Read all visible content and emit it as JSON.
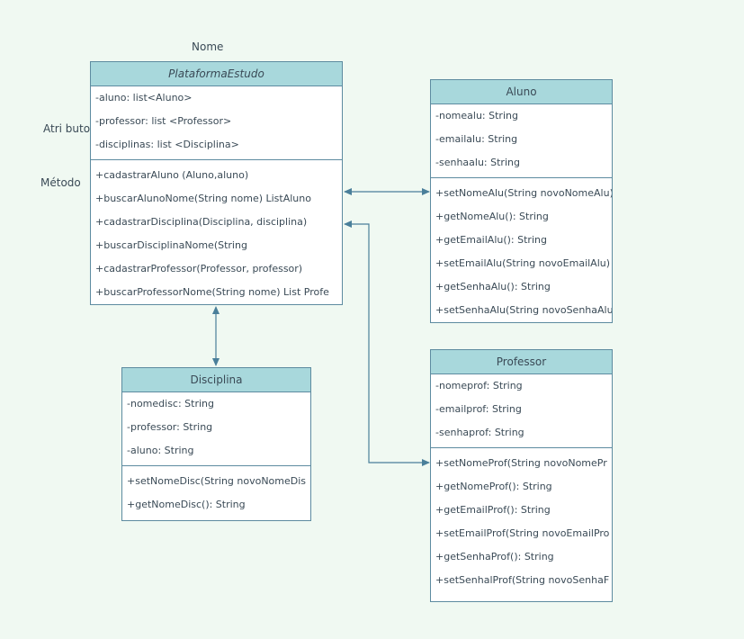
{
  "annotations": {
    "nome": "Nome",
    "atributo": "Atri buto",
    "metodo": "Método"
  },
  "classes": {
    "plataforma": {
      "name": "PlataformaEstudo",
      "attributes": [
        "-aluno: list<Aluno>",
        "-professor: list <Professor>",
        "-disciplinas: list <Disciplina>"
      ],
      "methods": [
        "+cadastrarAluno (Aluno,aluno)",
        "+buscarAlunoNome(String nome) ListAluno",
        "+cadastrarDisciplina(Disciplina, disciplina)",
        "+buscarDisciplinaNome(String",
        "+cadastrarProfessor(Professor, professor)",
        "+buscarProfessorNome(String nome) List Profe"
      ]
    },
    "aluno": {
      "name": "Aluno",
      "attributes": [
        "-nomealu: String",
        "-emailalu: String",
        "-senhaalu: String"
      ],
      "methods": [
        "+setNomeAlu(String novoNomeAlu)",
        "+getNomeAlu(): String",
        "+getEmailAlu(): String",
        "+setEmailAlu(String novoEmailAlu)",
        "+getSenhaAlu(): String",
        "+setSenhaAlu(String novoSenhaAlu"
      ]
    },
    "disciplina": {
      "name": "Disciplina",
      "attributes": [
        "-nomedisc: String",
        "-professor: String",
        "-aluno: String"
      ],
      "methods": [
        "+setNomeDisc(String novoNomeDis",
        "+getNomeDisc(): String"
      ]
    },
    "professor": {
      "name": "Professor",
      "attributes": [
        "-nomeprof: String",
        "-emailprof: String",
        "-senhaprof: String"
      ],
      "methods": [
        "+setNomeProf(String novoNomePr",
        "+getNomeProf(): String",
        "+getEmailProf(): String",
        "+setEmailProf(String novoEmailPro",
        "+getSenhaProf(): String",
        "+setSenhalProf(String novoSenhaF"
      ]
    }
  },
  "colors": {
    "header_fill": "#a8d8dc",
    "border": "#5d8ba0",
    "connector": "#4a7f9a",
    "background": "#f0f9f2"
  }
}
